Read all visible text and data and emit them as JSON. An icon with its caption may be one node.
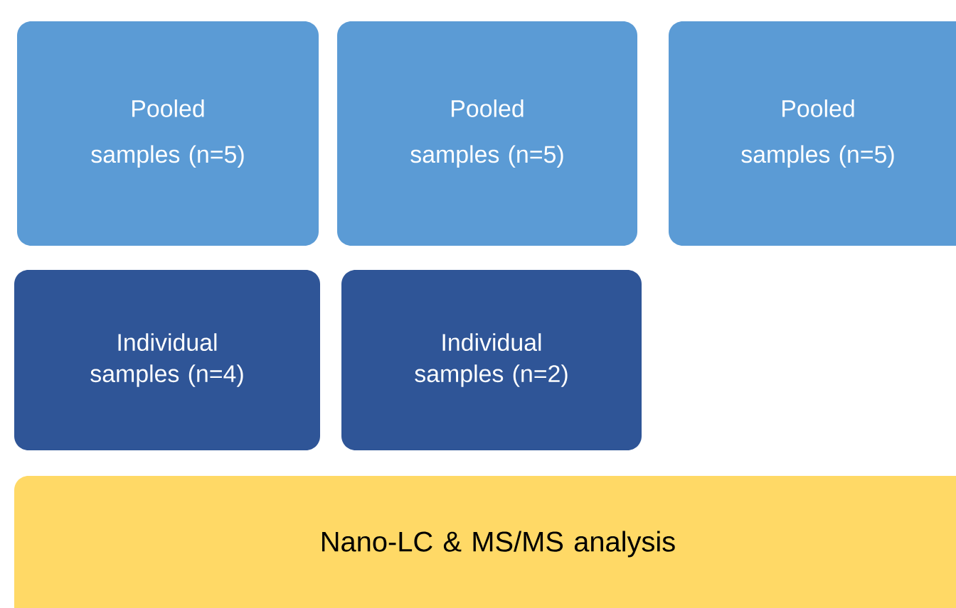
{
  "diagram": {
    "nodes": [
      {
        "text": [
          "Pooled samples (n=5)"
        ]
      },
      {
        "text": [
          "Pooled samples (n=5)"
        ]
      },
      {
        "text": [
          "Pooled samples (n=5)"
        ]
      },
      {
        "text": [
          "Individual samples (n=4)"
        ]
      },
      {
        "text": [
          "Individual samples (n=2)"
        ]
      },
      {
        "text": [
          "Nano-LC & MS/MS analysis"
        ]
      }
    ]
  }
}
